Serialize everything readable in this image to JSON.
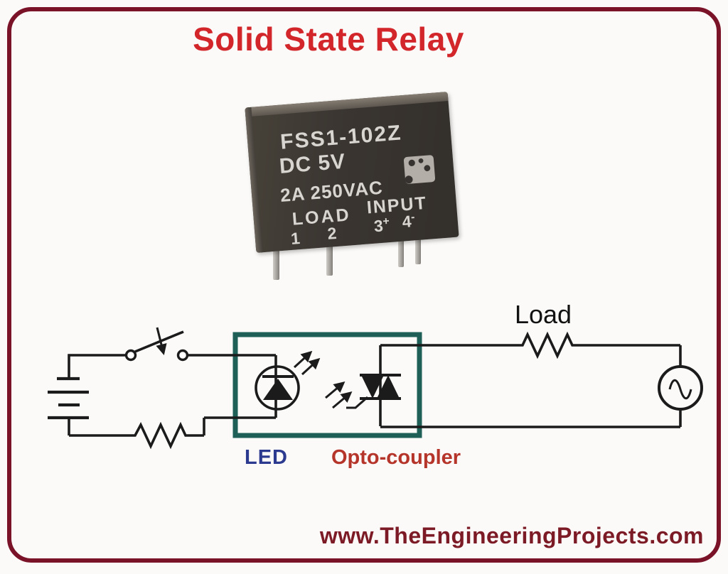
{
  "title": "Solid State Relay",
  "website": "www.TheEngineeringProjects.com",
  "colors": {
    "title_red": "#d2262b",
    "url_maroon": "#7c1b26",
    "frame_maroon": "#7a1228",
    "opto_box_teal": "#1e5f58",
    "led_label_blue": "#2b3a8f",
    "opto_label_red": "#b5352b",
    "relay_body": "#3a3531",
    "wire_black": "#1b1b1b"
  },
  "relay": {
    "model": "FSS1-102Z",
    "voltage": "DC 5V",
    "rating": "2A 250VAC",
    "load_label": "LOAD",
    "input_label": "INPUT",
    "pin1": "1",
    "pin2": "2",
    "pin3": "3",
    "pin3_sign": "+",
    "pin4": "4",
    "pin4_sign": "-"
  },
  "circuit": {
    "led_label": "LED",
    "opto_label": "Opto-coupler",
    "load_label": "Load",
    "components": [
      "dc-battery",
      "push-switch",
      "series-resistor",
      "led",
      "photo-triac",
      "load-resistor",
      "ac-source"
    ]
  }
}
